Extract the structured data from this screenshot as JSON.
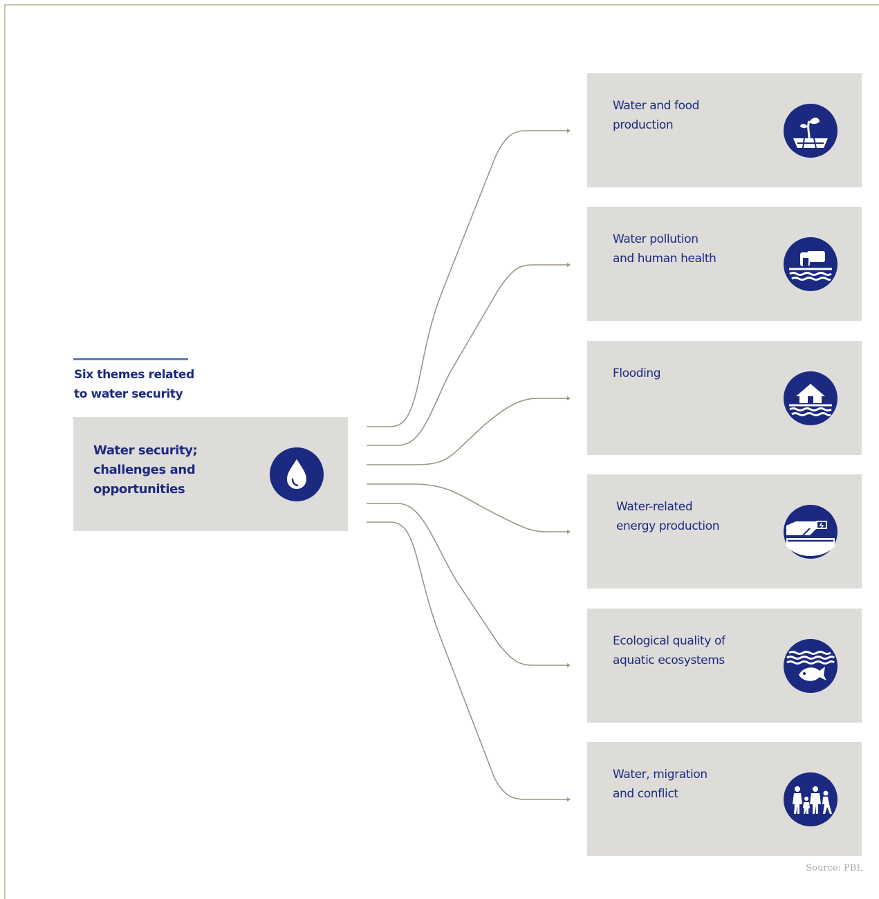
{
  "heading": {
    "title": "Six themes related\nto water security"
  },
  "main": {
    "label": "Water security;\nchallenges and\nopportunities",
    "icon": "water-drop-icon"
  },
  "themes": [
    {
      "label": "Water and food\nproduction",
      "icon": "plant-sprout-icon"
    },
    {
      "label": "Water pollution\nand human health",
      "icon": "discharge-pipe-icon"
    },
    {
      "label": "Flooding",
      "icon": "flooded-house-icon"
    },
    {
      "label": "Water-related\nenergy production",
      "icon": "hydropower-dam-icon"
    },
    {
      "label": "Ecological quality of\naquatic ecosystems",
      "icon": "fish-icon"
    },
    {
      "label": "Water, migration\nand conflict",
      "icon": "people-migrating-icon"
    }
  ],
  "footer": {
    "source": "Source: PBL"
  },
  "colors": {
    "accent": "#1b2a80",
    "box": "#dedcd9",
    "connector": "#9c9482",
    "rule": "#5b7cc4"
  }
}
